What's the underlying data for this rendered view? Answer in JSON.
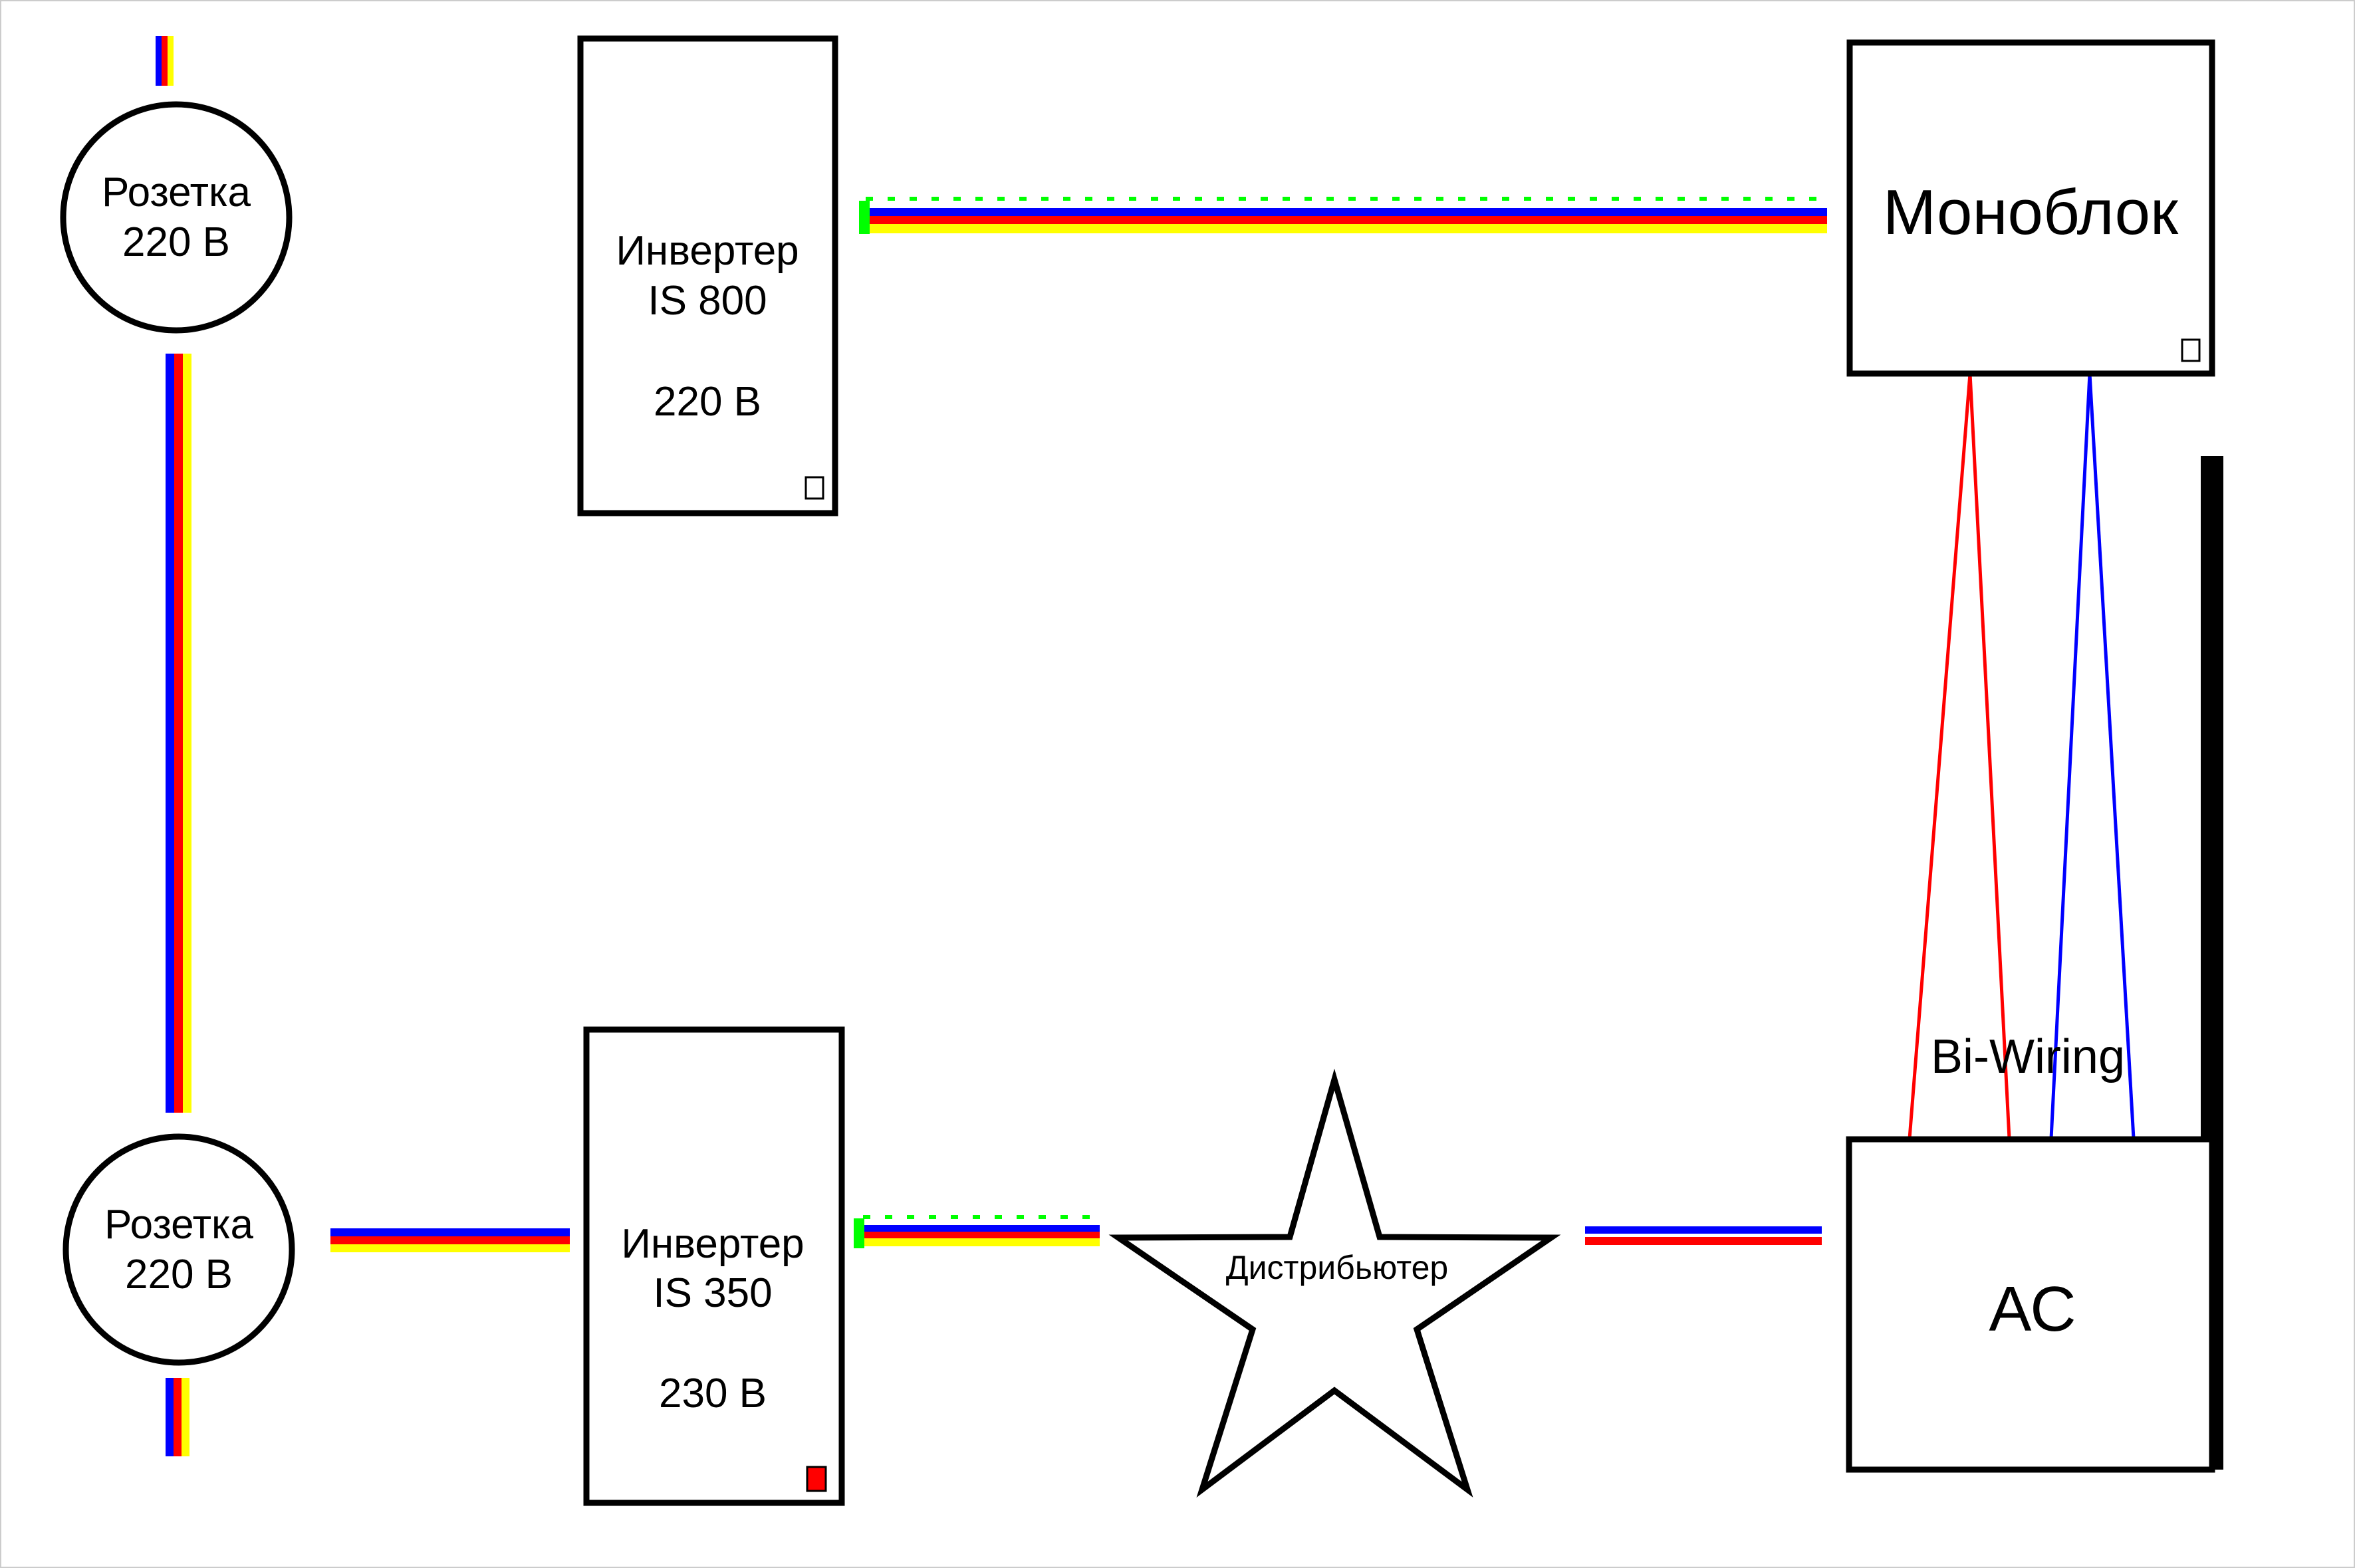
{
  "colors": {
    "wire_blue": "#0000ff",
    "wire_red": "#ff0000",
    "wire_yellow": "#ffff00",
    "wire_green": "#00ff00",
    "outline": "#000000",
    "led_red": "#ff0000"
  },
  "nodes": {
    "socket_top": {
      "line1": "Розетка",
      "line2": "220 В"
    },
    "socket_bottom": {
      "line1": "Розетка",
      "line2": "220 В"
    },
    "inverter_800": {
      "line1": "Инвертер",
      "line2": "IS 800",
      "line3": "220 В",
      "indicator": "off"
    },
    "inverter_350": {
      "line1": "Инвертер",
      "line2": "IS 350",
      "line3": "230 В",
      "indicator": "on"
    },
    "monoblock": {
      "label": "Моноблок",
      "indicator": "off"
    },
    "distributor": {
      "label": "Дистрибьютер"
    },
    "speaker": {
      "label": "АС"
    }
  },
  "annotations": {
    "bi_wiring": "Bi-Wiring"
  },
  "icons": {
    "socket": "circle-outline",
    "distributor": "star-outline",
    "indicator": "square-led"
  }
}
